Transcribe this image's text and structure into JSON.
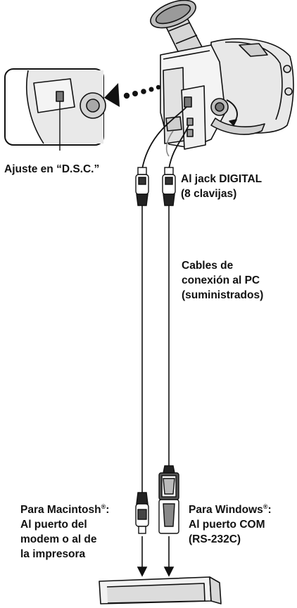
{
  "labels": {
    "setting": "Ajuste en “D.S.C.”",
    "digital_jack_1": "Al jack DIGITAL",
    "digital_jack_2": "(8 clavijas)",
    "cables_1": "Cables de",
    "cables_2": "conexión al PC",
    "cables_3": "(suministrados)",
    "mac_1_name": "Para Macintosh",
    "mac_1_suffix": ":",
    "mac_2": "Al puerto del",
    "mac_3": "modem o al de",
    "mac_4": "la impresora",
    "win_1_name": "Para Windows",
    "win_1_suffix": ":",
    "win_2": "Al puerto COM",
    "win_3": "(RS-232C)",
    "registered_mark": "®"
  }
}
